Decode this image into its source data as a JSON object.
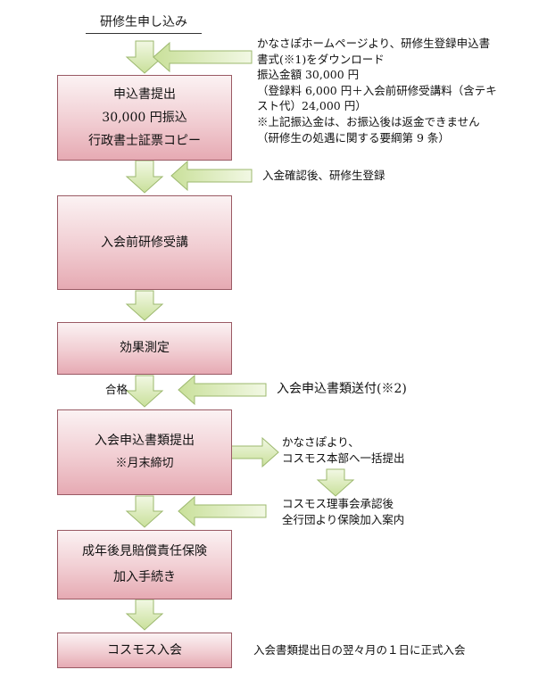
{
  "title": "研修生申し込み",
  "boxes": {
    "apply": [
      "申込書提出",
      "30,000 円振込",
      "行政書士証票コピー"
    ],
    "training": [
      "入会前研修受講"
    ],
    "test": [
      "効果測定"
    ],
    "submit": [
      "入会申込書類提出",
      "※月末締切"
    ],
    "insurance": [
      "成年後見賠償責任保険",
      "加入手続き"
    ],
    "join": [
      "コスモス入会"
    ]
  },
  "notes": {
    "download": [
      "かなさぽホームページより、研修生登録申込書",
      "書式(※1)をダウンロード",
      "振込金額 30,000 円",
      "（登録料 6,000 円＋入会前研修受講料（含テキ",
      "スト代）24,000 円）",
      "※上記振込金は、お振込後は返金できません",
      "（研修生の処遇に関する要綱第 9 条）"
    ],
    "confirm": "入金確認後、研修生登録",
    "pass": "合格",
    "send_docs": "入会申込書類送付(※2)",
    "batch": [
      "かなさぽより、",
      "コスモス本部へ一括提出"
    ],
    "approval": [
      "コスモス理事会承認後",
      "全行団より保険加入案内"
    ],
    "official": "入会書類提出日の翌々月の１日に正式入会"
  },
  "colors": {
    "box_top": "#fbf2f3",
    "box_bottom": "#e6aab3",
    "box_border": "#9a5a64",
    "arrow_fill": "#d6e8ae",
    "arrow_stroke": "#9cb86e"
  }
}
